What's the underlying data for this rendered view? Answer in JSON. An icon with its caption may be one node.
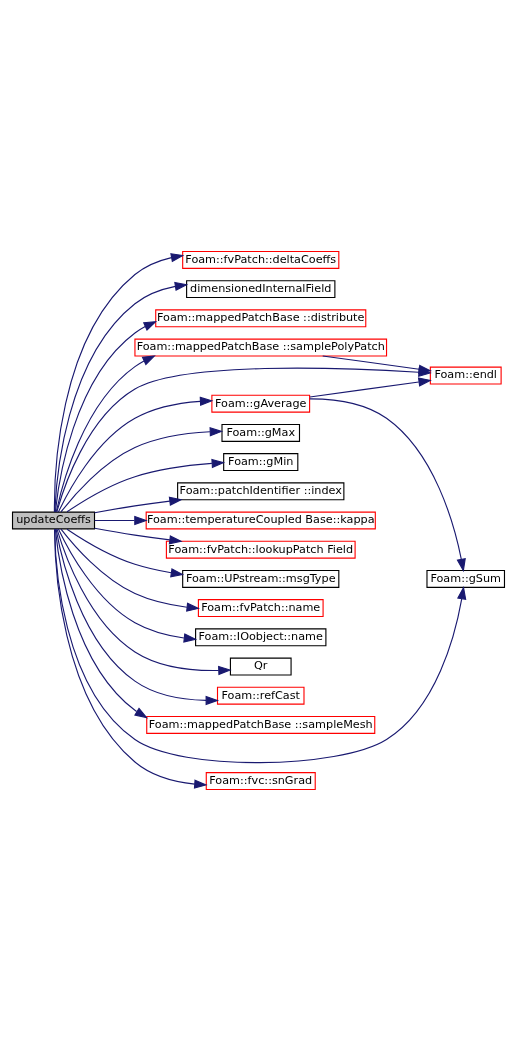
{
  "diagram": {
    "nodes": [
      {
        "text": [
          "updateCoeffs"
        ]
      },
      {
        "text": [
          "Foam::fvPatch::deltaCoeffs"
        ]
      },
      {
        "text": [
          "dimensionedInternalField"
        ]
      },
      {
        "text": [
          "Foam::mappedPatchBase ::distribute"
        ]
      },
      {
        "text": [
          "Foam::mappedPatchBase ::samplePolyPatch"
        ]
      },
      {
        "text": [
          "Foam::endl"
        ]
      },
      {
        "text": [
          "Foam::gAverage"
        ]
      },
      {
        "text": [
          "Foam::gMax"
        ]
      },
      {
        "text": [
          "Foam::gMin"
        ]
      },
      {
        "text": [
          "Foam::patchIdentifier ::index"
        ]
      },
      {
        "text": [
          "Foam::temperatureCoupled Base::kappa"
        ]
      },
      {
        "text": [
          "Foam::fvPatch::lookupPatch Field"
        ]
      },
      {
        "text": [
          "Foam::UPstream::msgType"
        ]
      },
      {
        "text": [
          "Foam::fvPatch::name"
        ]
      },
      {
        "text": [
          "Foam::IOobject::name"
        ]
      },
      {
        "text": [
          "Qr"
        ]
      },
      {
        "text": [
          "Foam::refCast"
        ]
      },
      {
        "text": [
          "Foam::mappedPatchBase ::sampleMesh"
        ]
      },
      {
        "text": [
          "Foam::gSum"
        ]
      },
      {
        "text": [
          "Foam::fvc::snGrad"
        ]
      }
    ],
    "edges": [
      {
        "from": 0,
        "to": 1,
        "arrow": "to"
      },
      {
        "from": 0,
        "to": 2,
        "arrow": "to"
      },
      {
        "from": 0,
        "to": 3,
        "arrow": "to"
      },
      {
        "from": 0,
        "to": 4,
        "arrow": "to"
      },
      {
        "from": 0,
        "to": 5,
        "arrow": "to"
      },
      {
        "from": 0,
        "to": 6,
        "arrow": "to"
      },
      {
        "from": 0,
        "to": 7,
        "arrow": "to"
      },
      {
        "from": 0,
        "to": 8,
        "arrow": "to"
      },
      {
        "from": 0,
        "to": 9,
        "arrow": "to"
      },
      {
        "from": 0,
        "to": 10,
        "arrow": "to"
      },
      {
        "from": 0,
        "to": 11,
        "arrow": "to"
      },
      {
        "from": 0,
        "to": 12,
        "arrow": "to"
      },
      {
        "from": 0,
        "to": 13,
        "arrow": "to"
      },
      {
        "from": 0,
        "to": 14,
        "arrow": "to"
      },
      {
        "from": 0,
        "to": 15,
        "arrow": "to"
      },
      {
        "from": 0,
        "to": 16,
        "arrow": "to"
      },
      {
        "from": 0,
        "to": 17,
        "arrow": "to"
      },
      {
        "from": 0,
        "to": 18,
        "arrow": "to"
      },
      {
        "from": 0,
        "to": 19,
        "arrow": "to"
      },
      {
        "from": 4,
        "to": 5,
        "arrow": "to"
      },
      {
        "from": 6,
        "to": 5,
        "arrow": "to"
      },
      {
        "from": 6,
        "to": 18,
        "arrow": "to"
      }
    ]
  }
}
